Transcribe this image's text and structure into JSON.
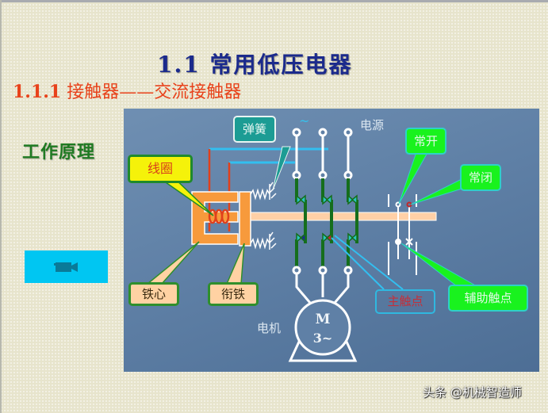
{
  "slide": {
    "title": "1.1  常用低压电器",
    "subtitle_number": "1.1.1",
    "subtitle_text": " 接触器——交流接触器",
    "side_label": "工作原理",
    "video_button": {
      "icon": "video-camera-icon",
      "color": "#00c6f2"
    }
  },
  "diagram": {
    "background": "#5f80a6",
    "labels": {
      "spring": "弹簧",
      "coil": "线圈",
      "iron_core": "铁心",
      "armature": "衔铁",
      "normally_open": "常开",
      "normally_closed": "常闭",
      "main_contacts": "主触点",
      "auxiliary_contacts": "辅助触点",
      "power_source": "电源",
      "ac_symbol": "~",
      "motor": "电机",
      "motor_symbol": "M",
      "motor_phase": "3~"
    },
    "colors": {
      "iron": "#f79a3c",
      "coil": "#e0401c",
      "rod": "#ffd0a6",
      "contacts": "#156e1c",
      "wire": "#ffffff",
      "bus": "#32bff0",
      "callout_green": "#19f21e",
      "callout_yellow": "#f5f20a",
      "callout_teal": "#1c9c94"
    }
  },
  "watermark": "头条 @机械智造师"
}
